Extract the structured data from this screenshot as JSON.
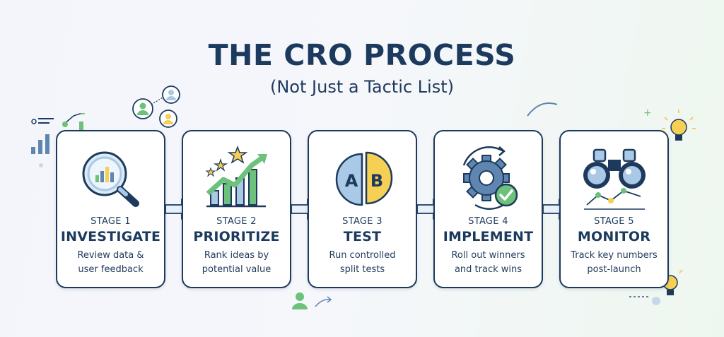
{
  "header": {
    "title": "THE CRO PROCESS",
    "subtitle": "(Not Just a Tactic List)"
  },
  "stages": [
    {
      "label": "STAGE 1",
      "name": "INVESTIGATE",
      "desc_line1": "Review data &",
      "desc_line2": "user feedback",
      "icon": "magnifier-chart-icon"
    },
    {
      "label": "STAGE 2",
      "name": "PRIORITIZE",
      "desc_line1": "Rank ideas by",
      "desc_line2": "potential value",
      "icon": "growth-chart-stars-icon"
    },
    {
      "label": "STAGE 3",
      "name": "TEST",
      "desc_line1": "Run controlled",
      "desc_line2": "split tests",
      "icon": "ab-split-icon"
    },
    {
      "label": "STAGE 4",
      "name": "IMPLEMENT",
      "desc_line1": "Roll out winners",
      "desc_line2": "and track wins",
      "icon": "gear-check-icon"
    },
    {
      "label": "STAGE 5",
      "name": "MONITOR",
      "desc_line1": "Track key numbers",
      "desc_line2": "post-launch",
      "icon": "binoculars-icon"
    }
  ],
  "ab_icon": {
    "left_letter": "A",
    "right_letter": "B"
  },
  "colors": {
    "navy": "#1d3a5c",
    "blue": "#a9c9e6",
    "green": "#6cc27a",
    "yellow": "#f6cf55",
    "arrow_fill": "#e8f1fa"
  }
}
